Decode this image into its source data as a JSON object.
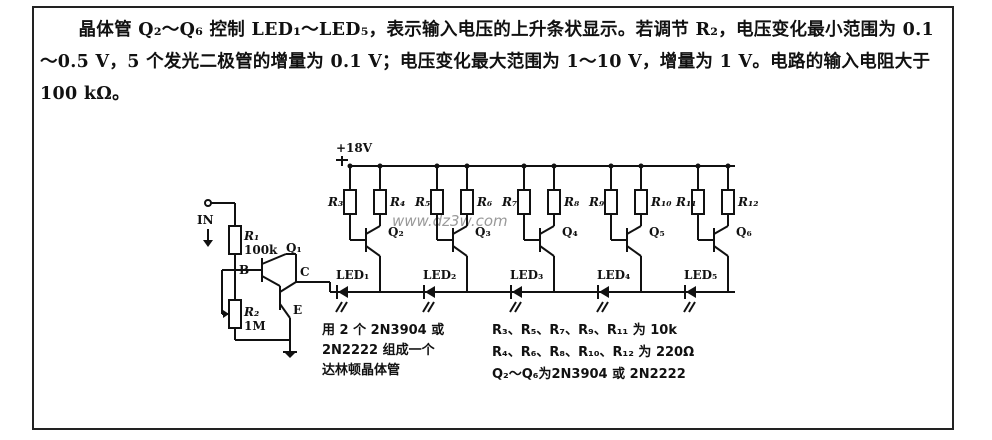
{
  "description": "晶体管 Q₂～Q₆ 控制 LED₁～LED₅，表示输入电压的上升条状显示。若调节 R₂，电压变化最小范围为 0.1～0.5 V，5 个发光二极管的增量为 0.1 V；电压变化最大范围为 1～10 V，增量为 1 V。电路的输入电阻大于 100 kΩ。",
  "schematic": {
    "supply": "+18V",
    "input_label": "IN",
    "r1_name": "R₁",
    "r1_value": "100k",
    "r2_name": "R₂",
    "r2_value": "1M",
    "q1_name": "Q₁",
    "terminals": [
      "B",
      "C",
      "E"
    ],
    "stages": [
      {
        "r_base": "R₃",
        "r_load": "R₄",
        "q": "Q₂",
        "led": "LED₁"
      },
      {
        "r_base": "R₅",
        "r_load": "R₆",
        "q": "Q₃",
        "led": "LED₂"
      },
      {
        "r_base": "R₇",
        "r_load": "R₈",
        "q": "Q₄",
        "led": "LED₃"
      },
      {
        "r_base": "R₉",
        "r_load": "R₁₀",
        "q": "Q₅",
        "led": "LED₄"
      },
      {
        "r_base": "R₁₁",
        "r_load": "R₁₂",
        "q": "Q₆",
        "led": "LED₅"
      }
    ],
    "note_left": [
      "用 2 个 2N3904 或",
      "2N2222 组成一个",
      "达林顿晶体管"
    ],
    "note_right": [
      "R₃、R₅、R₇、R₉、R₁₁ 为 10k",
      "R₄、R₆、R₈、R₁₀、R₁₂ 为 220Ω",
      "Q₂～Q₆为2N3904 或 2N2222"
    ],
    "watermark": "www.dz3w.com"
  }
}
